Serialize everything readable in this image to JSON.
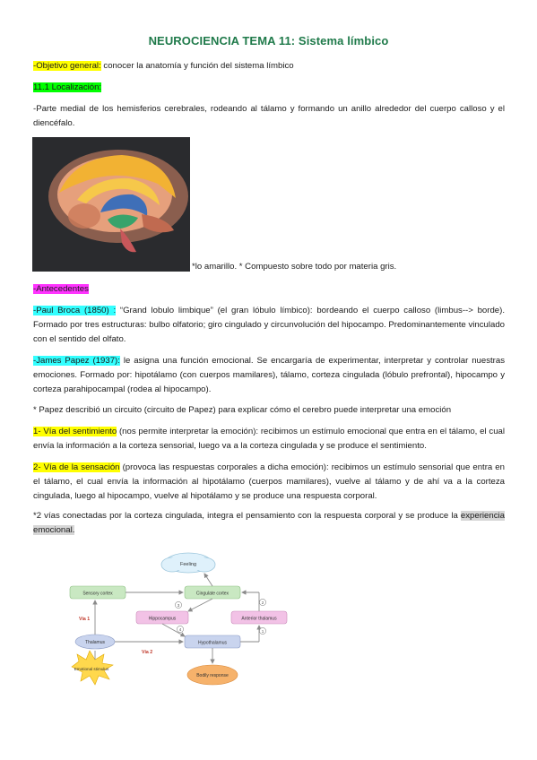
{
  "title": "NEUROCIENCIA TEMA 11: Sistema límbico",
  "objetivo": {
    "label": "-Objetivo general:",
    "text": " conocer la anatomía y función del sistema límbico"
  },
  "localizacion": {
    "heading": "11.1 Localización:",
    "text": "-Parte medial de los hemisferios cerebrales, rodeando al tálamo y formando un anillo alrededor del cuerpo calloso y el diencéfalo."
  },
  "figure_caption": "*lo amarillo. * Compuesto sobre todo por materia gris.",
  "antecedentes": {
    "heading": "-Antecedentes"
  },
  "broca": {
    "label": "-Paul Broca (1850) :",
    "text": " “Grand lobulo limbique” (el gran lóbulo límbico): bordeando el cuerpo calloso (limbus--> borde). Formado por tres estructuras: bulbo olfatorio; giro cingulado y circunvolución del hipocampo. Predominantemente vinculado con el sentido del olfato."
  },
  "papez": {
    "label": "-James Papez (1937):",
    "text": " le asigna una función emocional. Se encargaría de experimentar, interpretar y controlar nuestras emociones. Formado por: hipotálamo (con cuerpos mamilares), tálamo, corteza cingulada (lóbulo prefrontal), hipocampo y corteza parahipocampal (rodea al hipocampo)."
  },
  "papez_note": "* Papez describió un circuito (circuito de Papez) para explicar cómo el cerebro puede interpretar una emoción",
  "via1": {
    "label": "1- Vía del sentimiento",
    "text": " (nos permite interpretar la emoción): recibimos un estímulo emocional que entra en el tálamo, el cual envía la información a la corteza sensorial, luego va a la corteza cingulada y se produce el sentimiento."
  },
  "via2": {
    "label": "2- Vía de la sensación",
    "text": " (provoca las respuestas corporales a dicha emoción): recibimos un estímulo sensorial que entra en el tálamo, el cual envía la información al hipotálamo (cuerpos mamilares), vuelve al tálamo y de ahí va a la corteza cingulada, luego al hipocampo, vuelve al hipotálamo y se produce una respuesta corporal."
  },
  "conclusion": {
    "text": "*2 vías conectadas por la corteza cingulada, integra el pensamiento con la respuesta corporal y se produce la ",
    "highlight": "experiencia emocional."
  },
  "diagram": {
    "feeling": "Feeling",
    "sensory_cortex": "Sensory cortex",
    "cingulate_cortex": "Cingulate cortex",
    "hippocampus": "Hippocampus",
    "anterior_thalamus": "Anterior thalamus",
    "thalamus": "Thalamus",
    "hypothalamus": "Hypothalamus",
    "emotional_stimulus": "Emotional stimulus",
    "bodily_response": "Bodily response",
    "via1": "Vía 1",
    "via2": "Vía 2",
    "num1": "1",
    "num2": "2",
    "num3": "3",
    "num4": "4"
  },
  "colors": {
    "title": "#1f7a4a",
    "box_green": "#c9e8c2",
    "box_pink": "#f2c2e6",
    "box_blue": "#c9d4ee",
    "box_orange": "#f6b26b",
    "via_label": "#c0392b"
  }
}
